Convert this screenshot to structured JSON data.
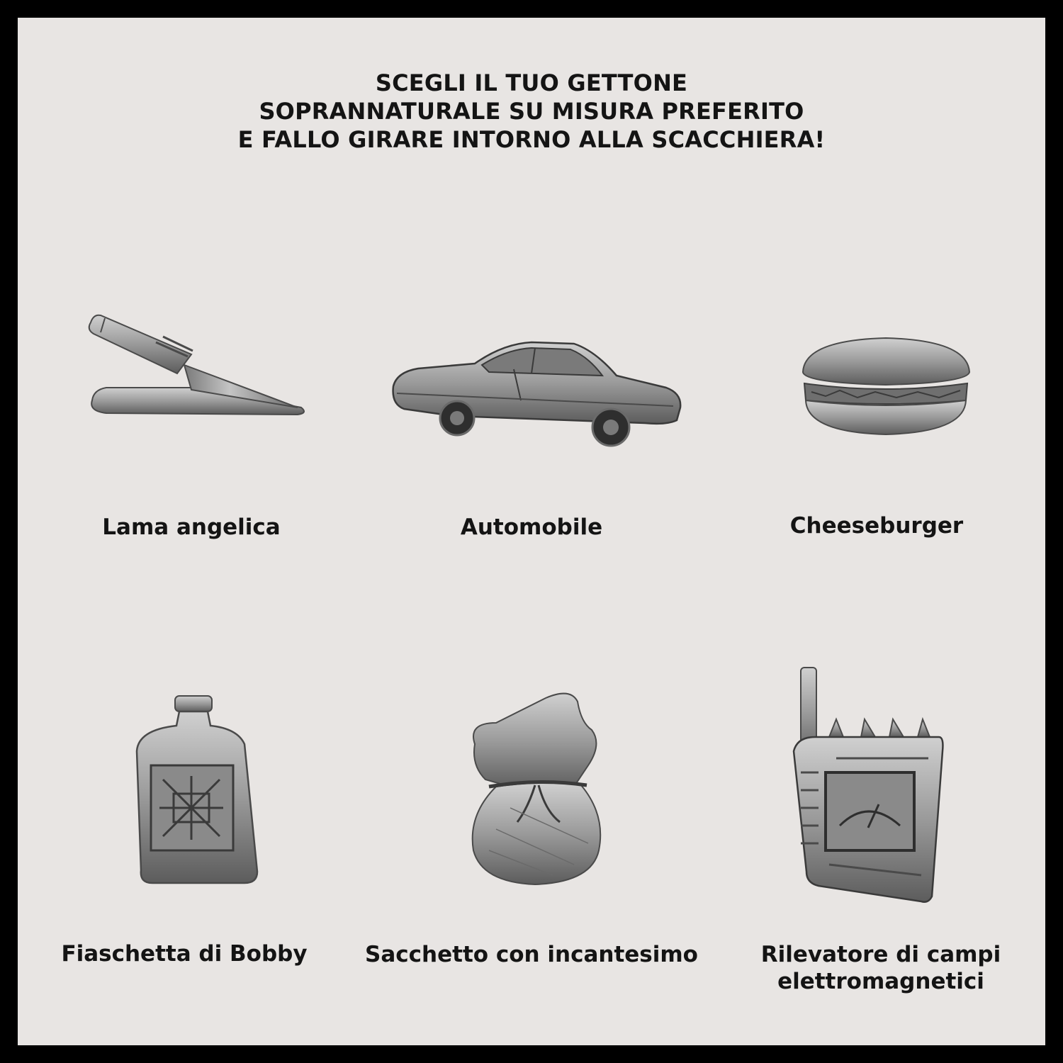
{
  "headline": {
    "line1": "SCEGLI IL TUO GETTONE",
    "line2": "SOPRANNATURALE SU MISURA PREFERITO",
    "line3": "E FALLO GIRARE INTORNO ALLA SCACCHIERA!"
  },
  "tokens": [
    {
      "label": "Lama angelica",
      "icon": "angel-blade-icon"
    },
    {
      "label": "Automobile",
      "icon": "car-icon"
    },
    {
      "label": "Cheeseburger",
      "icon": "cheeseburger-icon"
    },
    {
      "label": "Fiaschetta di Bobby",
      "icon": "flask-icon"
    },
    {
      "label": "Sacchetto con incantesimo",
      "icon": "hex-bag-icon"
    },
    {
      "label_line1": "Rilevatore di campi",
      "label_line2": "elettromagnetici",
      "icon": "emf-detector-icon"
    }
  ],
  "colors": {
    "frame": "#000000",
    "background": "#e8e5e3",
    "text": "#141414",
    "pewter_light": "#b9b9b9",
    "pewter_mid": "#8c8c8c",
    "pewter_dark": "#4a4a4a"
  }
}
